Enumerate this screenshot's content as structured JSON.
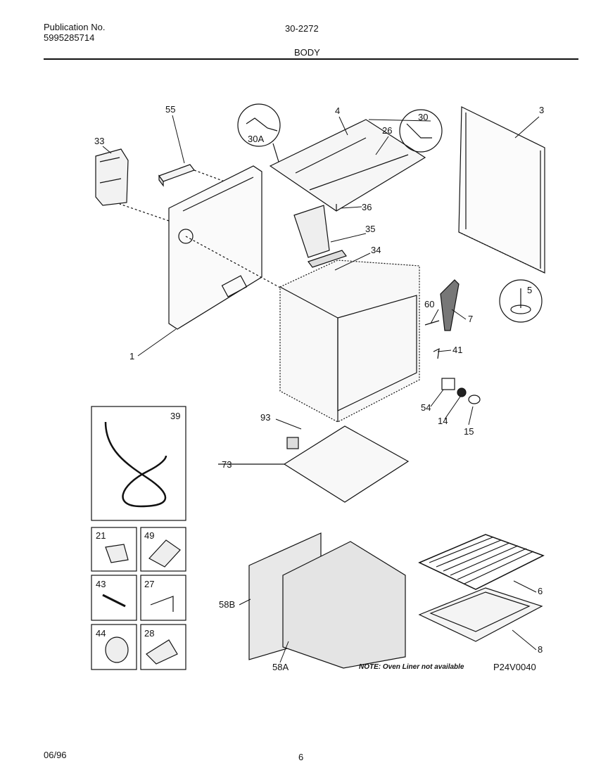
{
  "header": {
    "publication_label": "Publication No.",
    "publication_number": "5995285714",
    "model": "30-2272",
    "section": "BODY"
  },
  "callouts": [
    "33",
    "55",
    "4",
    "30A",
    "26",
    "30",
    "3",
    "36",
    "35",
    "34",
    "1",
    "5",
    "60",
    "7",
    "41",
    "54",
    "14",
    "15",
    "39",
    "93",
    "73",
    "21",
    "49",
    "43",
    "27",
    "44",
    "28",
    "6",
    "58B",
    "58A",
    "8"
  ],
  "note": "NOTE: Oven Liner not available",
  "diagram_code": "P24V0040",
  "footer": {
    "date": "06/96",
    "page": "6"
  }
}
